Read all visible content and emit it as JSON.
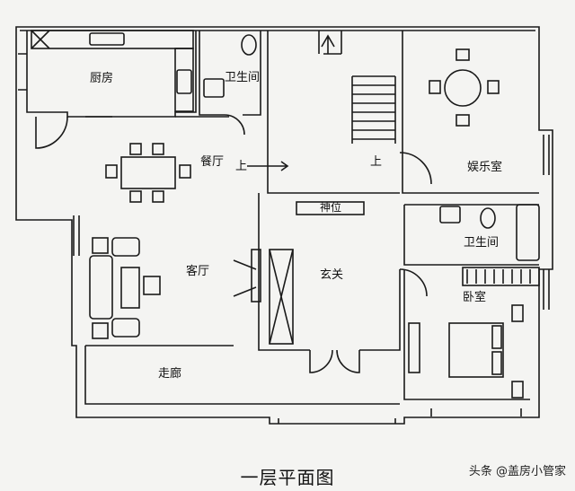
{
  "rooms": {
    "kitchen": "厨房",
    "bathroom_top": "卫生间",
    "dining": "餐厅",
    "up_left": "上",
    "up_stairs": "上",
    "entertainment": "娱乐室",
    "shrine": "神位",
    "bathroom_right": "卫生间",
    "living": "客厅",
    "foyer": "玄关",
    "bedroom": "卧室",
    "corridor": "走廊"
  },
  "title": "一层平面图",
  "watermark": "头条 @盖房小管家",
  "colors": {
    "wall": "#1a1a1a",
    "background": "#f4f4f2"
  }
}
